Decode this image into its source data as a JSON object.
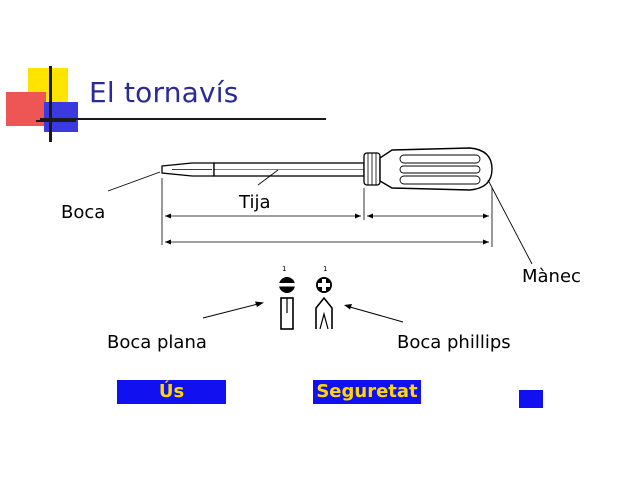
{
  "slide": {
    "title": "El tornavís"
  },
  "diagram": {
    "labels": {
      "boca": "Boca",
      "tija": "Tija",
      "manec": "Mànec",
      "boca_plana": "Boca plana",
      "boca_phillips": "Boca phillips"
    }
  },
  "buttons": {
    "us": "Ús",
    "seguretat": "Seguretat"
  },
  "colors": {
    "title": "#2a2a9a",
    "button_bg": "#1010f0",
    "button_text": "#ffd800",
    "logo_yellow": "#ffe400",
    "logo_red": "#ee4444",
    "logo_blue": "#3a3ae0"
  }
}
